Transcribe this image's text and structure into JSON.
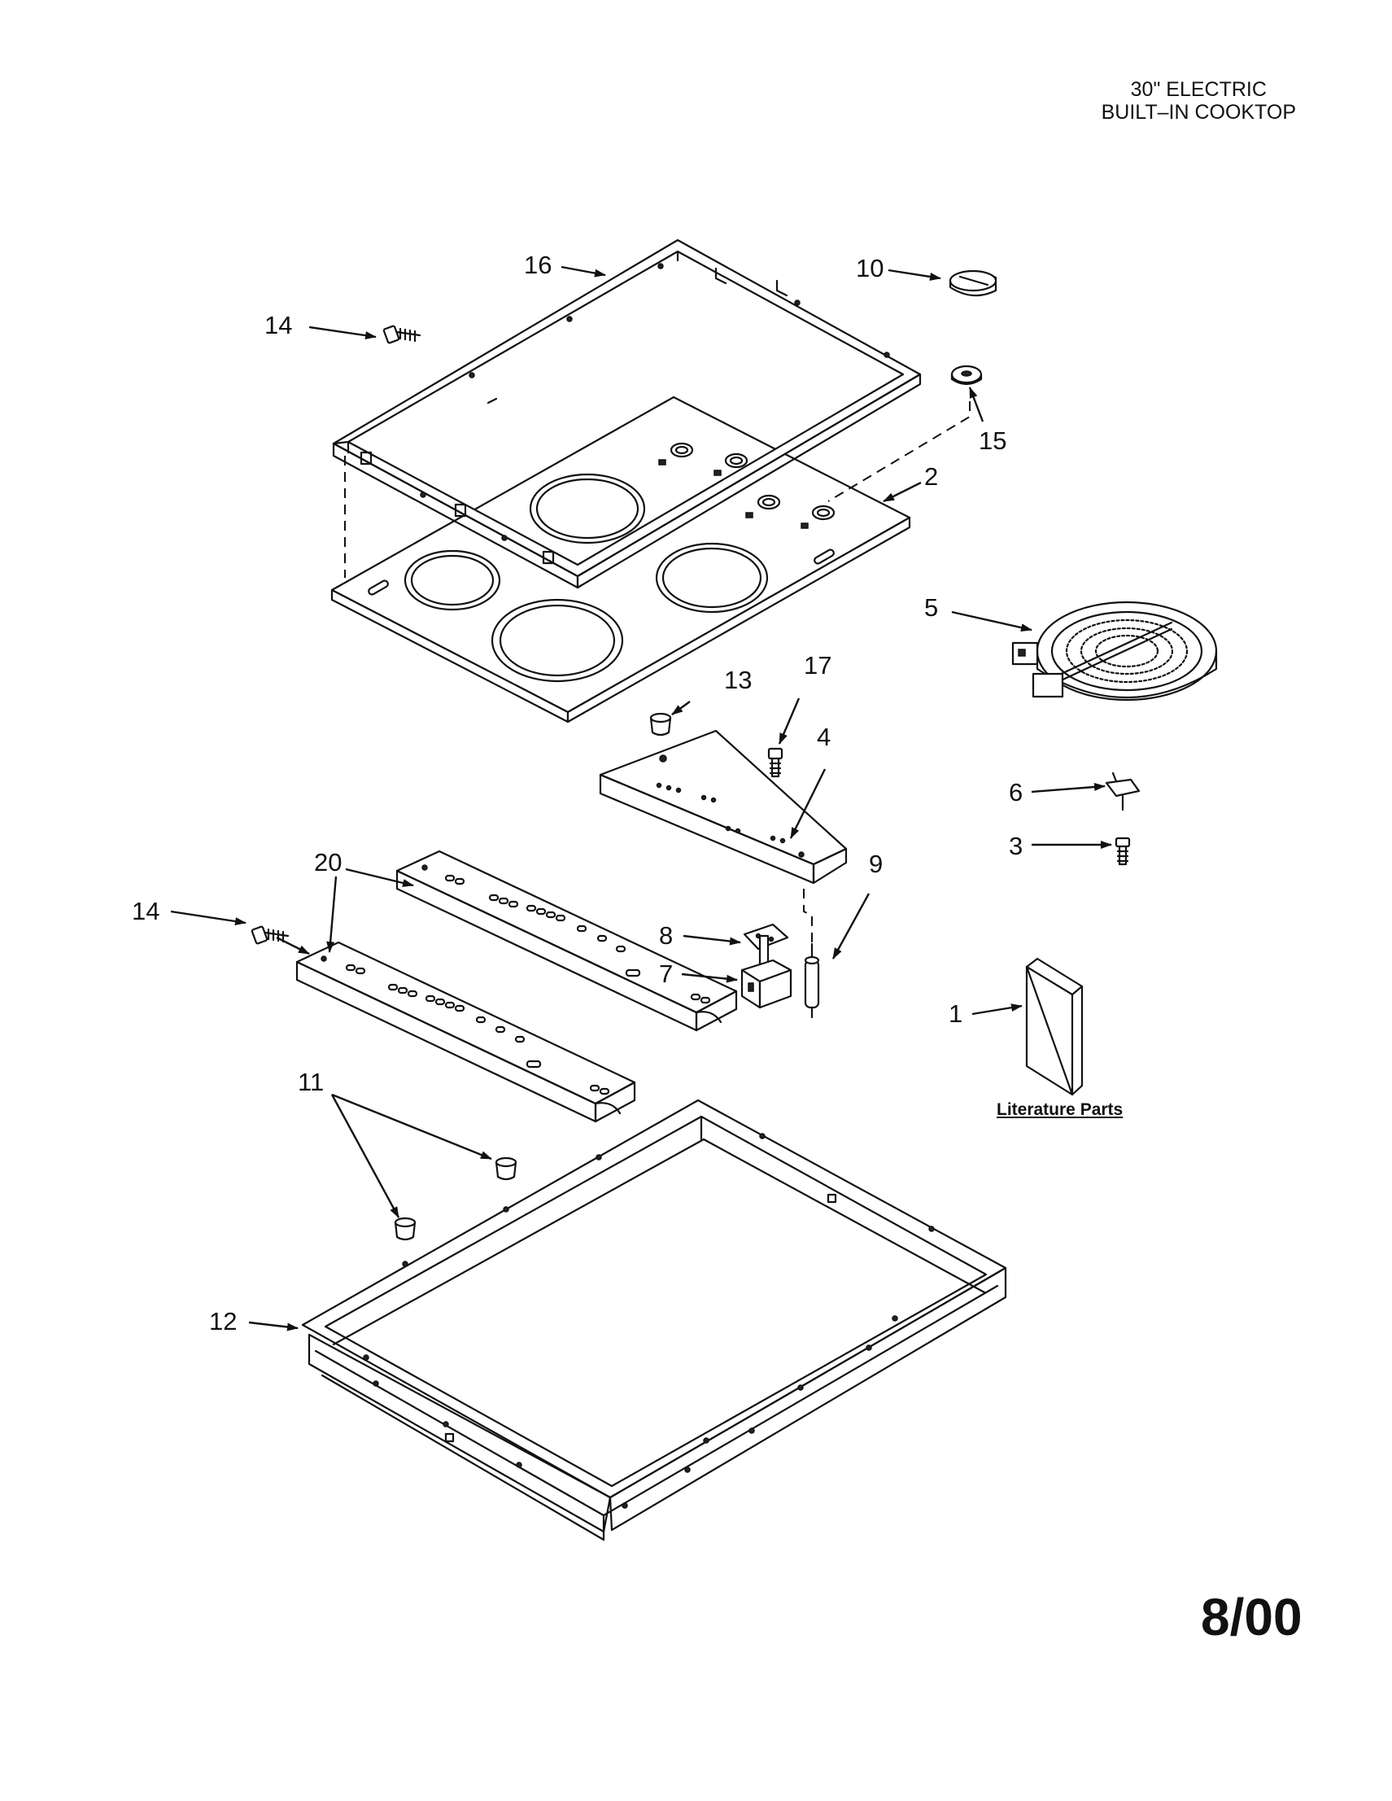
{
  "header": {
    "line1": "30\" ELECTRIC",
    "line2": "BUILT–IN COOKTOP"
  },
  "date_code": "8/00",
  "literature_label": "Literature Parts",
  "callouts": {
    "c1": "1",
    "c2": "2",
    "c3": "3",
    "c4": "4",
    "c5": "5",
    "c6": "6",
    "c7": "7",
    "c8": "8",
    "c9": "9",
    "c10": "10",
    "c11": "11",
    "c12": "12",
    "c13": "13",
    "c14a": "14",
    "c14b": "14",
    "c15": "15",
    "c16": "16",
    "c17": "17",
    "c20": "20"
  }
}
